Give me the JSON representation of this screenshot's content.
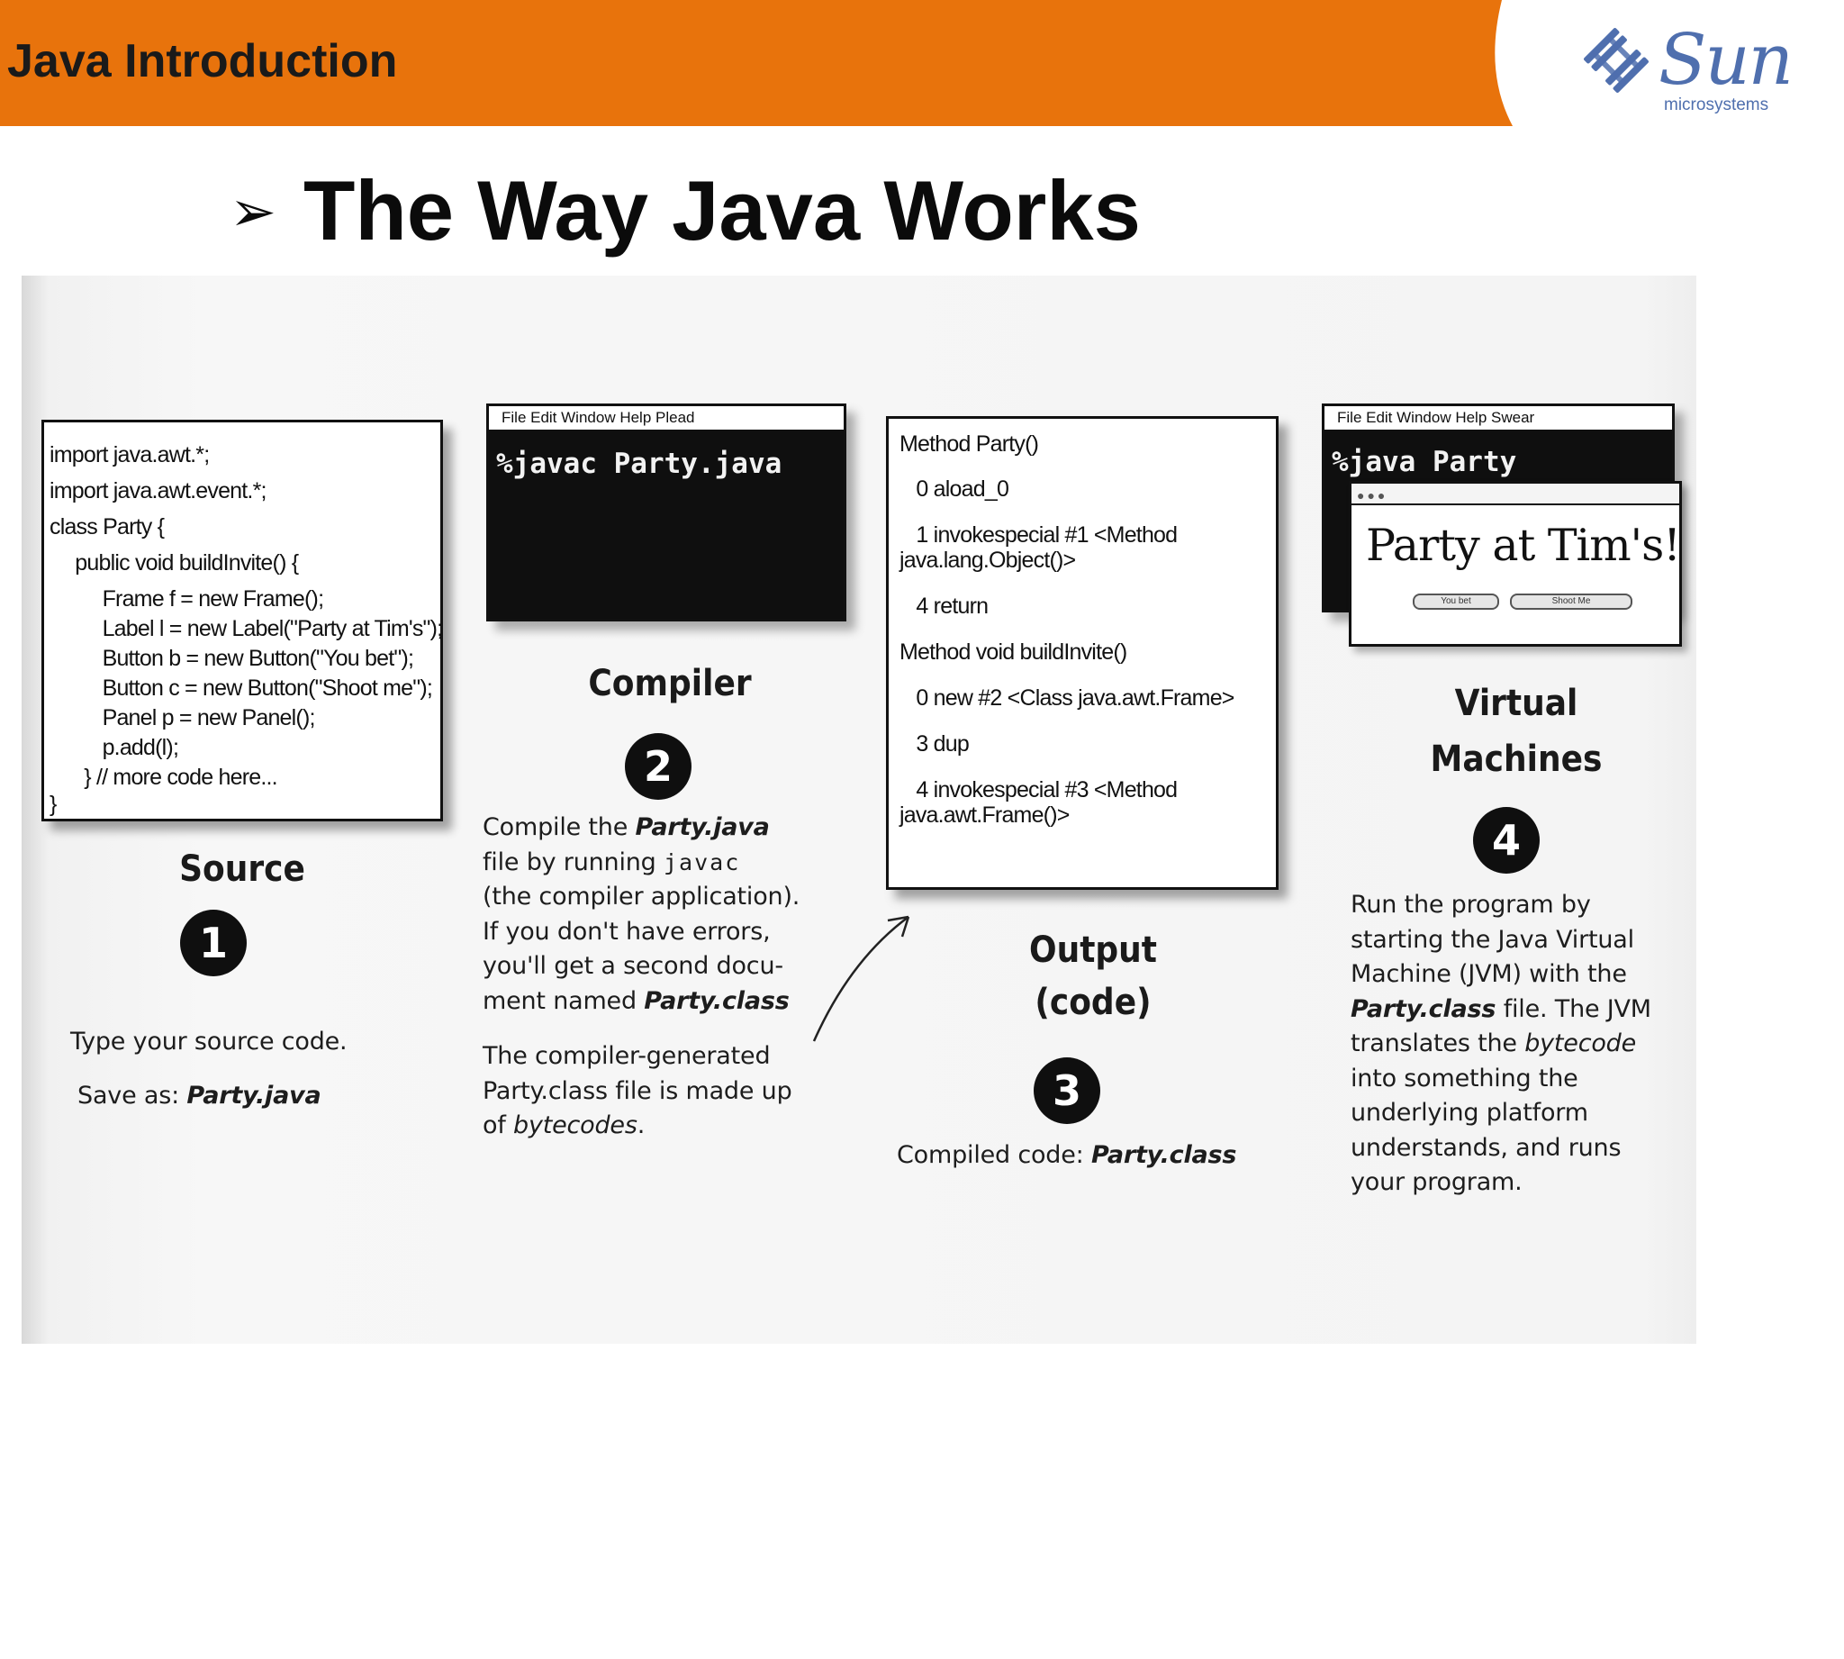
{
  "header": {
    "title": "Java Introduction",
    "bar_color": "#e8730c"
  },
  "logo": {
    "name": "Sun",
    "subtext": "microsystems",
    "color": "#4f6fae"
  },
  "slide": {
    "bullet": "➢",
    "title": "The Way Java Works"
  },
  "source": {
    "code": [
      "import java.awt.*;",
      "import java.awt.event.*;",
      "class Party {",
      "  public void buildInvite() {",
      "    Frame f = new Frame();",
      "    Label l = new Label(\"Party at Tim's\");",
      "    Button b = new Button(\"You bet\");",
      "    Button c = new Button(\"Shoot me\");",
      "    Panel p = new Panel();",
      "    p.add(l);",
      "  } // more code here...",
      "}"
    ],
    "heading": "Source",
    "number": "1",
    "desc1": "Type your source code.",
    "desc2_prefix": "Save as: ",
    "desc2_file": "Party.java"
  },
  "compiler": {
    "menu": "File  Edit  Window  Help  Plead",
    "command": "%javac Party.java",
    "heading": "Compiler",
    "number": "2",
    "p1": {
      "l1a": "Compile the ",
      "l1b": "Party.java",
      "l2a": "file by running ",
      "l2b": "javac",
      "l3": "(the compiler application).",
      "l4": "If you don't have  errors,",
      "l5": "you'll get a second docu-",
      "l6a": "ment named ",
      "l6b": "Party.class"
    },
    "p2": {
      "l1": "The compiler-generated",
      "l2": "Party.class file is made up",
      "l3a": "of ",
      "l3b": "bytecodes",
      "l3c": "."
    }
  },
  "output": {
    "code": [
      "Method Party()",
      "   0 aload_0",
      "   1 invokespecial #1 <Method",
      "java.lang.Object()>",
      "   4 return",
      "Method void buildInvite()",
      "   0 new #2 <Class java.awt.Frame>",
      "   3 dup",
      "   4 invokespecial #3 <Method",
      "java.awt.Frame()>"
    ],
    "heading1": "Output",
    "heading2": "(code)",
    "number": "3",
    "desc_prefix": "Compiled code: ",
    "desc_file": "Party.class"
  },
  "vm": {
    "menu": "File  Edit  Window  Help  Swear",
    "command": "%java Party",
    "window_title": "Party at Tim's!",
    "btn1": "You bet",
    "btn2": "Shoot Me",
    "heading1": "Virtual",
    "heading2": "Machines",
    "number": "4",
    "lines": {
      "l1": "Run the program by",
      "l2": "starting the Java Virtual",
      "l3": "Machine (JVM) with the",
      "l4a": "Party.class",
      "l4b": " file. The JVM",
      "l5a": "translates the ",
      "l5b": "bytecode",
      "l6": "into something the",
      "l7": "underlying platform",
      "l8": "understands, and runs",
      "l9": "your program."
    }
  }
}
